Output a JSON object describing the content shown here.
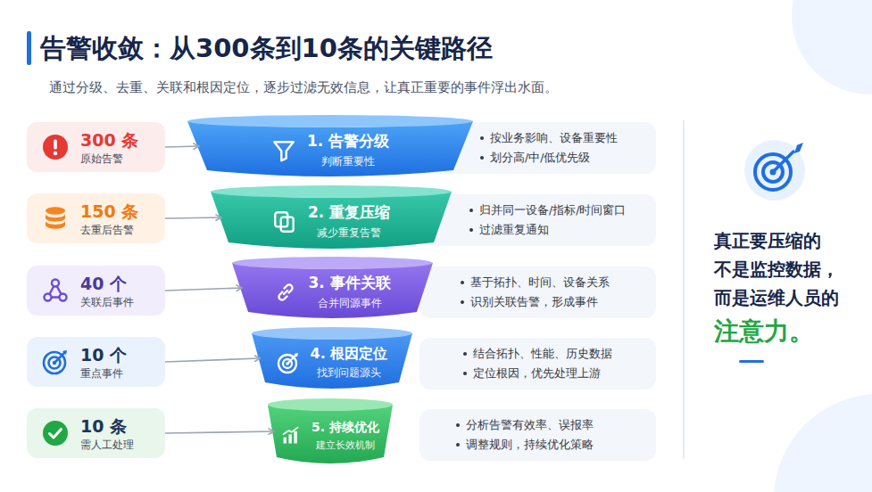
{
  "diagram": {
    "title": "告警收敛：从300条到10条的关键路径",
    "nodes": [
      {
        "text": [
          "300 条",
          "原始告警"
        ]
      },
      {
        "text": [
          "1. 告警分级",
          "判断重要性"
        ]
      },
      {
        "text": [
          "按业务影响、设备重要性",
          "划分高/中/低优先级"
        ]
      },
      {
        "text": [
          "150 条",
          "去重后告警"
        ]
      },
      {
        "text": [
          "2. 重复压缩",
          "减少重复告警"
        ]
      },
      {
        "text": [
          "归并同一设备/指标/时间窗口",
          "过滤重复通知"
        ]
      },
      {
        "text": [
          "40 个",
          "关联后事件"
        ]
      },
      {
        "text": [
          "3. 事件关联",
          "合并同源事件"
        ]
      },
      {
        "text": [
          "基于拓扑、时间、设备关系",
          "识别关联告警，形成事件"
        ]
      },
      {
        "text": [
          "10 个",
          "重点事件"
        ]
      },
      {
        "text": [
          "4. 根因定位",
          "找到问题源头"
        ]
      },
      {
        "text": [
          "结合拓扑、性能、历史数据",
          "定位根因，优先处理上游"
        ]
      },
      {
        "text": [
          "10 条",
          "需人工处理"
        ]
      },
      {
        "text": [
          "5. 持续优化",
          "建立长效机制"
        ]
      },
      {
        "text": [
          "分析告警有效率、误报率",
          "调整规则，持续优化策略"
        ]
      }
    ],
    "edges": [
      {
        "from": 0,
        "to": 1,
        "arrow": "to"
      },
      {
        "from": 3,
        "to": 4,
        "arrow": "to"
      },
      {
        "from": 6,
        "to": 7,
        "arrow": "to"
      },
      {
        "from": 9,
        "to": 10,
        "arrow": "to"
      },
      {
        "from": 12,
        "to": 13,
        "arrow": "to"
      }
    ],
    "labels": [
      "通过分级、去重、关联和根因定位，逐步过滤无效信息，让真正重要的事件浮出水面。",
      "真正要压缩的 不是监控数据， 而是运维人员的",
      "注意力。"
    ]
  }
}
